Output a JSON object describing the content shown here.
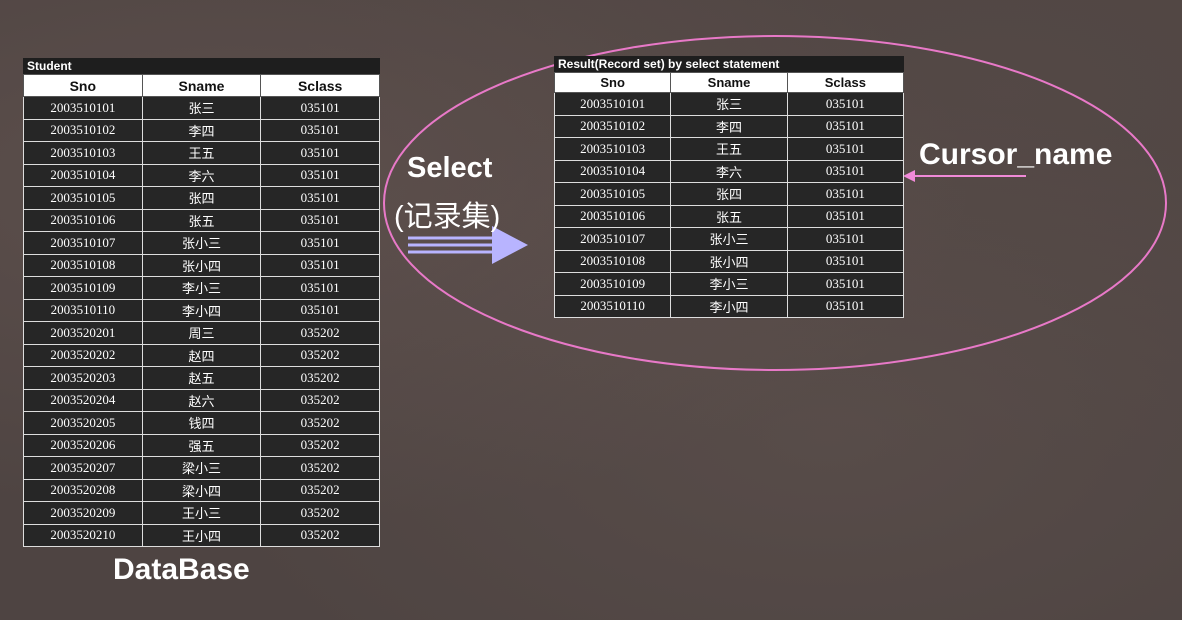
{
  "database": {
    "caption": "Student",
    "label": "DataBase",
    "headers": [
      "Sno",
      "Sname",
      "Sclass"
    ],
    "rows": [
      [
        "2003510101",
        "张三",
        "035101"
      ],
      [
        "2003510102",
        "李四",
        "035101"
      ],
      [
        "2003510103",
        "王五",
        "035101"
      ],
      [
        "2003510104",
        "李六",
        "035101"
      ],
      [
        "2003510105",
        "张四",
        "035101"
      ],
      [
        "2003510106",
        "张五",
        "035101"
      ],
      [
        "2003510107",
        "张小三",
        "035101"
      ],
      [
        "2003510108",
        "张小四",
        "035101"
      ],
      [
        "2003510109",
        "李小三",
        "035101"
      ],
      [
        "2003510110",
        "李小四",
        "035101"
      ],
      [
        "2003520201",
        "周三",
        "035202"
      ],
      [
        "2003520202",
        "赵四",
        "035202"
      ],
      [
        "2003520203",
        "赵五",
        "035202"
      ],
      [
        "2003520204",
        "赵六",
        "035202"
      ],
      [
        "2003520205",
        "钱四",
        "035202"
      ],
      [
        "2003520206",
        "强五",
        "035202"
      ],
      [
        "2003520207",
        "梁小三",
        "035202"
      ],
      [
        "2003520208",
        "梁小四",
        "035202"
      ],
      [
        "2003520209",
        "王小三",
        "035202"
      ],
      [
        "2003520210",
        "王小四",
        "035202"
      ]
    ]
  },
  "result": {
    "caption": "Result(Record set) by select statement",
    "headers": [
      "Sno",
      "Sname",
      "Sclass"
    ],
    "rows": [
      [
        "2003510101",
        "张三",
        "035101"
      ],
      [
        "2003510102",
        "李四",
        "035101"
      ],
      [
        "2003510103",
        "王五",
        "035101"
      ],
      [
        "2003510104",
        "李六",
        "035101"
      ],
      [
        "2003510105",
        "张四",
        "035101"
      ],
      [
        "2003510106",
        "张五",
        "035101"
      ],
      [
        "2003510107",
        "张小三",
        "035101"
      ],
      [
        "2003510108",
        "张小四",
        "035101"
      ],
      [
        "2003510109",
        "李小三",
        "035101"
      ],
      [
        "2003510110",
        "李小四",
        "035101"
      ]
    ]
  },
  "arrow_labels": {
    "select": "Select",
    "recordset": "(记录集)",
    "cursor": "Cursor_name"
  },
  "colors": {
    "ellipse": "#e879c8",
    "select_arrow": "#b8b4ff",
    "cursor_arrow": "#f08ad8"
  }
}
